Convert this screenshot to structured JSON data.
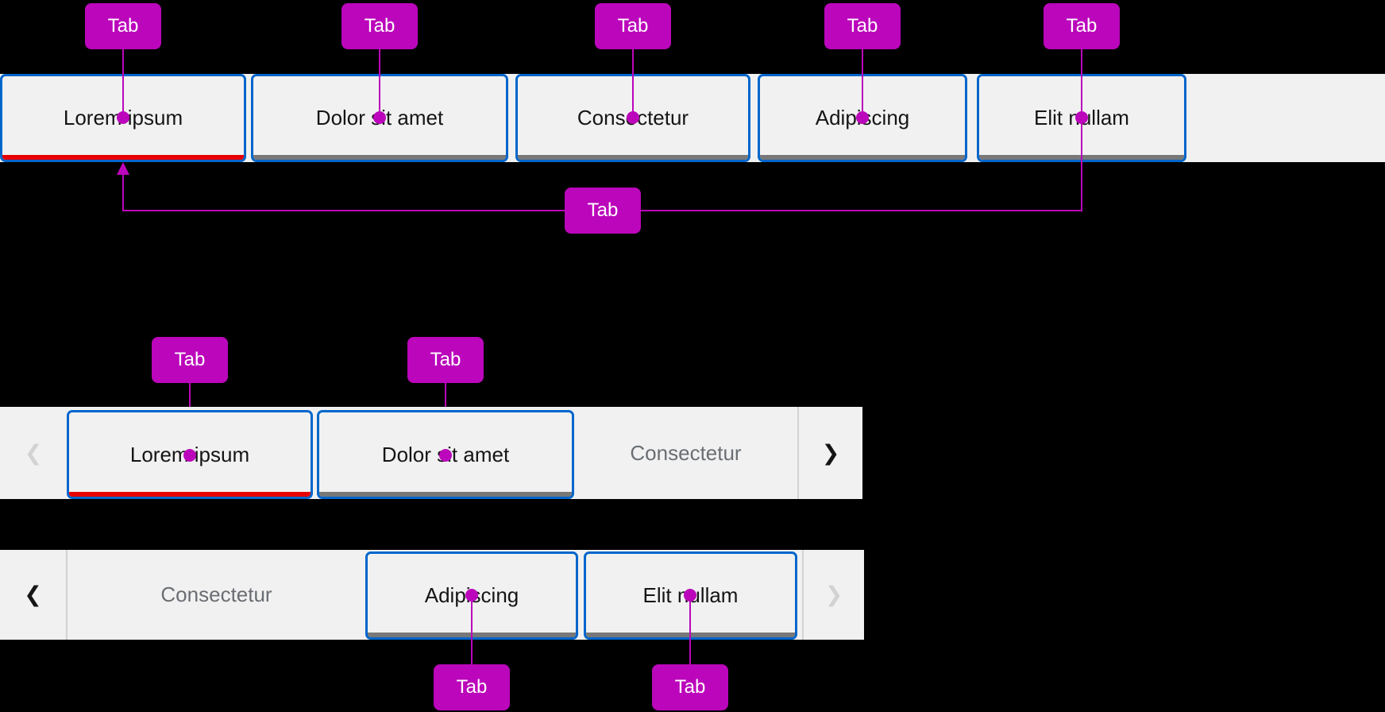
{
  "annotation_label": "Tab",
  "icons": {
    "chevron-left": "❮",
    "chevron-right": "❯"
  },
  "colors": {
    "magenta": "#bb06bb",
    "blue": "#0066cc",
    "red": "#e60000",
    "bar-bg": "#f1f1f1",
    "underline-gray": "#787878",
    "text-dark": "#151515",
    "text-gray": "#6a6e73",
    "chevron-disabled": "#d2d2d2",
    "chevron-enabled": "#151515",
    "background": "#000000"
  },
  "sections": {
    "full_tabs": {
      "tabs": [
        {
          "label": "Lorem ipsum",
          "active": true
        },
        {
          "label": "Dolor sit amet",
          "active": false
        },
        {
          "label": "Consectetur",
          "active": false
        },
        {
          "label": "Adipiscing",
          "active": false
        },
        {
          "label": "Elit nullam",
          "active": false
        }
      ]
    },
    "scrolled_left": {
      "scroll_left_enabled": false,
      "scroll_right_enabled": true,
      "tabs": [
        {
          "label": "Lorem ipsum",
          "active": true
        },
        {
          "label": "Dolor sit amet",
          "active": false
        },
        {
          "label": "Consectetur",
          "active": false,
          "plain": true
        }
      ]
    },
    "scrolled_right": {
      "scroll_left_enabled": true,
      "scroll_right_enabled": false,
      "tabs": [
        {
          "label": "Consectetur",
          "active": false,
          "plain": true
        },
        {
          "label": "Adipiscing",
          "active": false
        },
        {
          "label": "Elit nullam",
          "active": false
        }
      ]
    }
  }
}
